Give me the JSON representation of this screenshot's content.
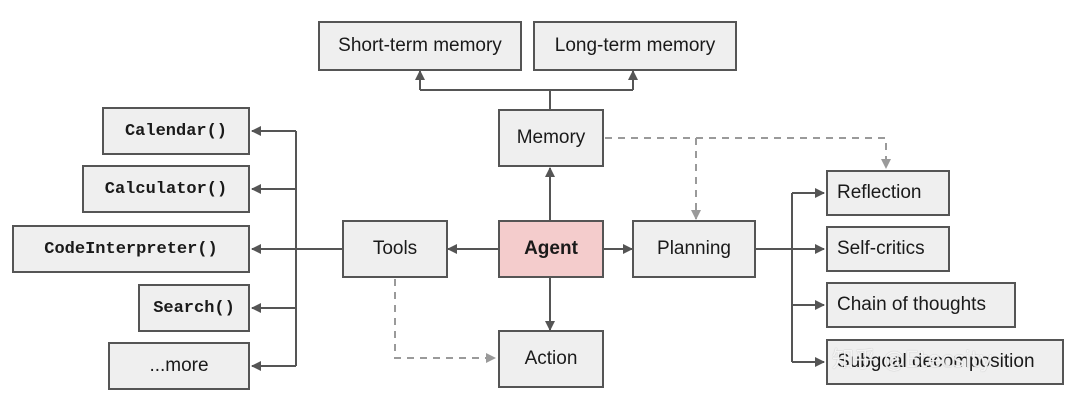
{
  "diagram": {
    "colors": {
      "box_fill": "#efefef",
      "box_border": "#555555",
      "agent_fill": "#f4cccc",
      "line": "#555555",
      "dashed_line": "#9a9a9a"
    },
    "nodes": {
      "short_term_memory": "Short-term memory",
      "long_term_memory": "Long-term memory",
      "memory": "Memory",
      "calendar": "Calendar()",
      "calculator": "Calculator()",
      "code_interpreter": "CodeInterpreter()",
      "search": "Search()",
      "more": "...more",
      "tools": "Tools",
      "agent": "Agent",
      "planning": "Planning",
      "action": "Action",
      "reflection": "Reflection",
      "self_critics": "Self-critics",
      "chain_of_thoughts": "Chain of thoughts",
      "subgoal_decomposition": "Subgoal decomposition"
    },
    "watermark": "知乎 @Etecsity"
  }
}
